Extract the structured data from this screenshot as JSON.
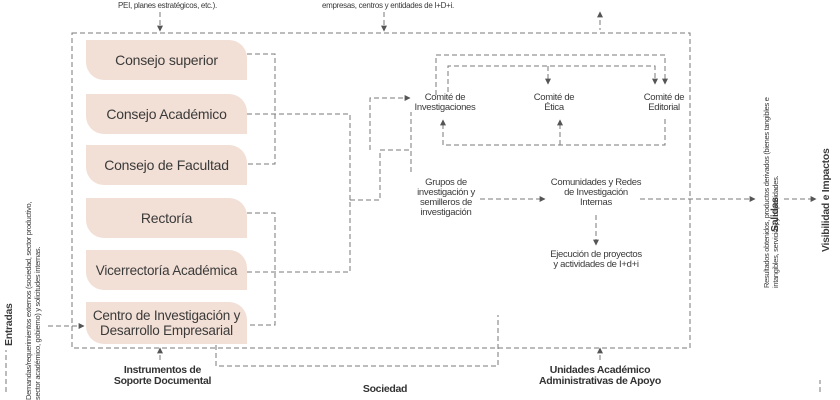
{
  "top_text": {
    "left_fragment": "PEI, planes estratégicos, etc.).",
    "center_fragment": "empresas, centros y entidades de  I+D+i."
  },
  "left_boxes": [
    {
      "label": "Consejo superior"
    },
    {
      "label": "Consejo Académico"
    },
    {
      "label": "Consejo de Facultad"
    },
    {
      "label": "Rectoría"
    },
    {
      "label": "Vicerrectoría Académica"
    },
    {
      "label": "Centro de Investigación y Desarrollo Empresarial"
    }
  ],
  "committees": {
    "investigaciones": "Comité de Investigaciones",
    "etica": "Comité de Ética",
    "editorial": "Comité de Editorial"
  },
  "grupos": "Grupos de investigación y semilleros de investigación",
  "comunidades": "Comunidades y Redes de Investigación Internas",
  "ejecucion": "Ejecución de proyectos y actividades de I+d+i",
  "salidas": {
    "title": "Salidas",
    "desc": "Resultados obtenidos, productos derivados (bienes tangibles e intangibles, servicios) y capacidades."
  },
  "visibilidad": "Visibilidad e Impactos",
  "entradas": {
    "title": "Entradas",
    "desc": "Demandas/requerimientos externos (sociedad, sector productivo, sector académico, gobierno) y solicitudes internas."
  },
  "bottom": {
    "instrumentos": "Instrumentos de Soporte Documental",
    "unidades": "Unidades Académico Administrativas de Apoyo",
    "sociedad": "Sociedad"
  }
}
